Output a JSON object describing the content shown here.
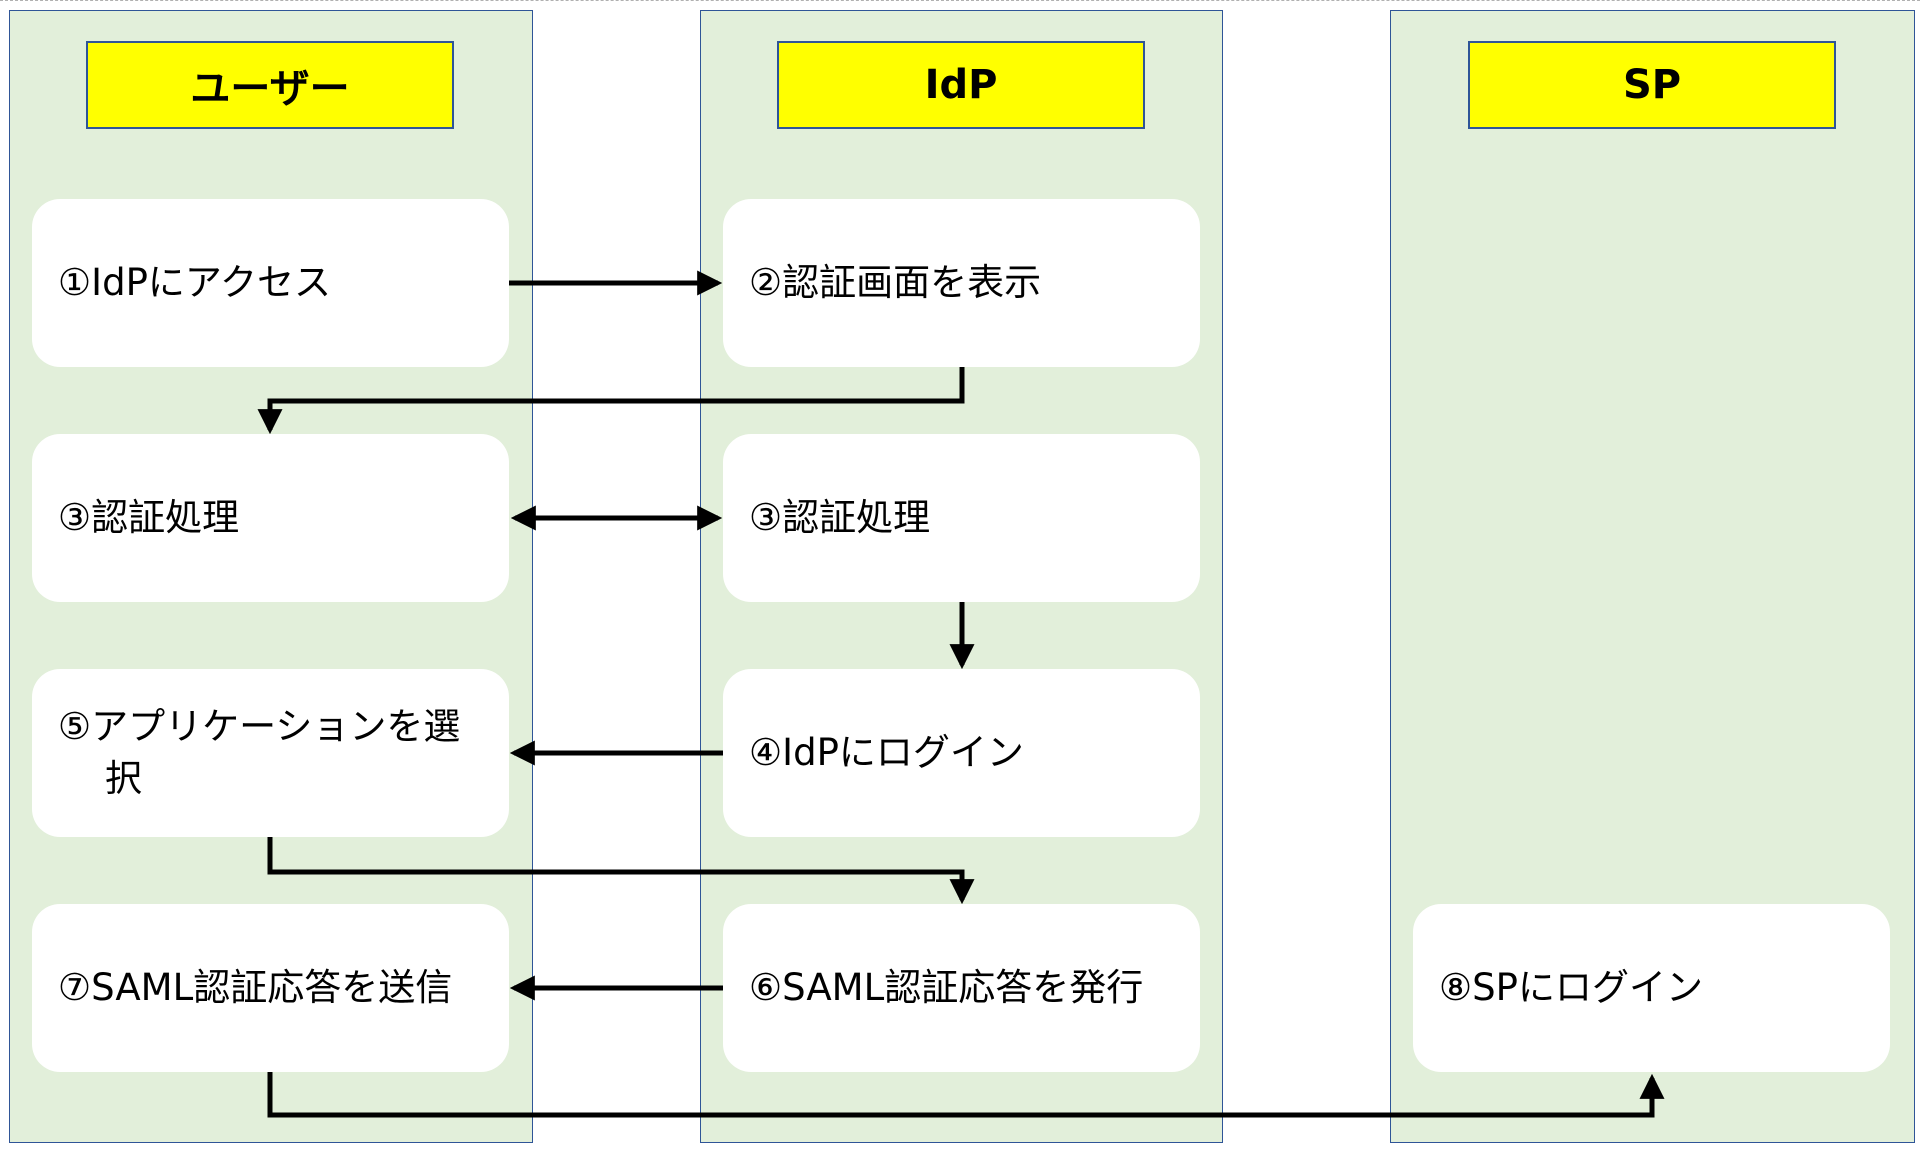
{
  "lanes": {
    "user": {
      "title": "ユーザー"
    },
    "idp": {
      "title": "IdP"
    },
    "sp": {
      "title": "SP"
    }
  },
  "steps": {
    "s1": "①IdPにアクセス",
    "s2": "②認証画面を表示",
    "s3_user": "③認証処理",
    "s3_idp": "③認証処理",
    "s4": "④IdPにログイン",
    "s5": "⑤アプリケーションを選択",
    "s6": "⑥SAML認証応答を発行",
    "s7": "⑦SAML認証応答を送信",
    "s8": "⑧SPにログイン"
  },
  "colors": {
    "lane_fill": "#e2efda",
    "lane_border": "#2f5597",
    "title_fill": "#ffff00",
    "box_fill": "#ffffff",
    "arrow": "#000000"
  }
}
